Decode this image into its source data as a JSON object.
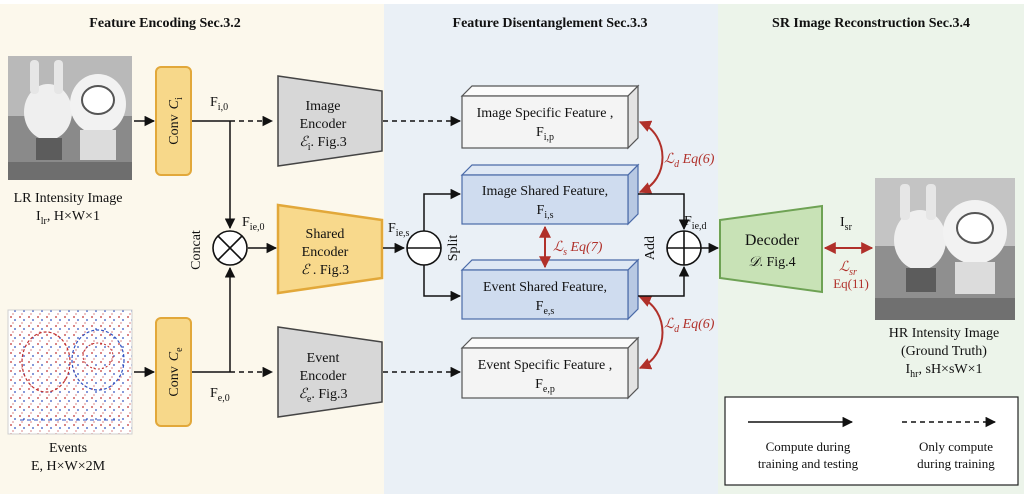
{
  "colors": {
    "panel_left": "#fcf8ec",
    "panel_mid": "#eaf0f6",
    "panel_right": "#ecf4ea",
    "conv_fill": "#f7d88a",
    "conv_stroke": "#e2a83a",
    "encoder_gray": "#d7d7d7",
    "shared_encoder_fill": "#f8d98c",
    "shared_feature_fill": "#cfdcef",
    "shared_feature_stroke": "#4a6aa8",
    "specific_feature_fill": "#f4f4f4",
    "decoder_fill": "#c8e2b6",
    "decoder_stroke": "#6ea254",
    "loss_red": "#b0302a"
  },
  "sections": {
    "encoding": "Feature Encoding Sec.3.2",
    "disentangle": "Feature Disentanglement Sec.3.3",
    "reconstruction": "SR Image Reconstruction Sec.3.4"
  },
  "inputs": {
    "lr_title": "LR Intensity Image",
    "lr_dims_sym": "I",
    "lr_dims_sub": "lr",
    "lr_dims_rest": ", H×W×1",
    "events_title": "Events",
    "events_dims": "E, H×W×2M"
  },
  "conv": {
    "image_label": "Conv",
    "image_sym": "C",
    "image_sub": "i",
    "event_label": "Conv",
    "event_sym": "C",
    "event_sub": "e"
  },
  "features": {
    "f_i0": "F",
    "f_i0_sub": "i,0",
    "f_e0": "F",
    "f_e0_sub": "e,0",
    "f_ie0": "F",
    "f_ie0_sub": "ie,0",
    "f_ies": "F",
    "f_ies_sub": "ie,s",
    "f_ied": "F",
    "f_ied_sub": "ie,d",
    "i_sr": "I",
    "i_sr_sub": "sr"
  },
  "encoders": {
    "image_line1": "Image",
    "image_line2": "Encoder",
    "image_ref": ". Fig.3",
    "image_sym": "ℰ",
    "image_sub": "i",
    "shared_line1": "Shared",
    "shared_line2": "Encoder",
    "shared_sym": "ℰ",
    "shared_ref": " . Fig.3",
    "event_line1": "Event",
    "event_line2": "Encoder",
    "event_sym": "ℰ",
    "event_sub": "e",
    "event_ref": ". Fig.3"
  },
  "ops": {
    "concat": "Concat",
    "split": "Split",
    "add": "Add"
  },
  "feature_boxes": {
    "image_specific": "Image Specific Feature ,",
    "image_specific_sym": "F",
    "image_specific_sub": "i,p",
    "image_shared": "Image Shared Feature,",
    "image_shared_sym": "F",
    "image_shared_sub": "i,s",
    "event_shared": "Event Shared Feature,",
    "event_shared_sym": "F",
    "event_shared_sub": "e,s",
    "event_specific": "Event Specific Feature ,",
    "event_specific_sym": "F",
    "event_specific_sub": "e,p"
  },
  "losses": {
    "ld_top_sym": "ℒ",
    "ld_top_sub": "d",
    "ld_top_eq": " Eq(6)",
    "ls_sym": "ℒ",
    "ls_sub": "s",
    "ls_eq": " Eq(7)",
    "ld_bot_sym": "ℒ",
    "ld_bot_sub": "d",
    "ld_bot_eq": " Eq(6)",
    "lsr_sym": "ℒ",
    "lsr_sub": "sr",
    "lsr_eq": "Eq(11)"
  },
  "decoder": {
    "line1": "Decoder",
    "sym": "𝒟",
    "ref": ". Fig.4"
  },
  "output": {
    "line1": "HR Intensity Image",
    "line2": "(Ground Truth)",
    "sym": "I",
    "sub": "hr",
    "rest": ",  sH×sW×1"
  },
  "legend": {
    "solid_line1": "Compute during",
    "solid_line2": "training and testing",
    "dashed_line1": "Only compute",
    "dashed_line2": "during training"
  }
}
